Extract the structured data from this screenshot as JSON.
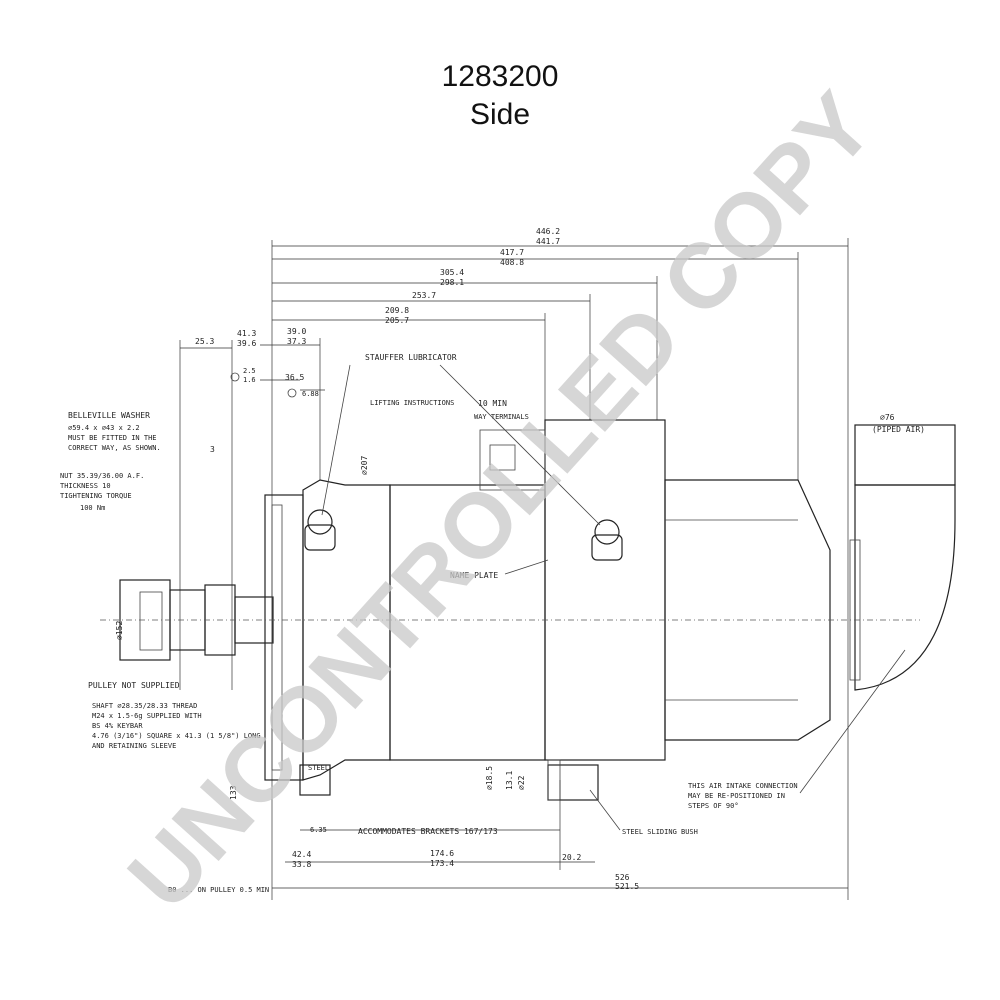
{
  "header": {
    "part_number": "1283200",
    "view": "Side"
  },
  "watermark": "UNCONTROLLED COPY",
  "dimensions": {
    "d446": "446.2",
    "d441": "441.7",
    "d417": "417.7",
    "d408": "408.8",
    "d305": "305.4",
    "d298": "298.1",
    "d253": "253.7",
    "d209": "209.8",
    "d205": "205.7",
    "d41": "41.3",
    "d39": "39.6",
    "d39b": "39.0",
    "d37": "37.3",
    "d25": "25.3",
    "d2_5": "2.5",
    "d1_6": "1.6",
    "d36": "36.5",
    "d6": "6.88",
    "d10": "10 MIN",
    "d10b": "WAY TERMINALS",
    "d76": "⌀76",
    "d76b": "(PIPED AIR)",
    "d207": "⌀207",
    "d152": "⌀152",
    "d133": "133",
    "d48": "⌀18.5",
    "d13": "13.1",
    "d2": "⌀22",
    "d6_35": "6.35",
    "d42": "42.4",
    "d33": "33.8",
    "d174": "174.6",
    "d173": "173.4",
    "d20": "20.2",
    "d526": "526",
    "d521": "521.5",
    "d3": "3"
  },
  "labels": {
    "stauffer": "STAUFFER LUBRICATOR",
    "lifting": "LIFTING INSTRUCTIONS",
    "nameplate": "NAME PLATE",
    "belleville1": "BELLEVILLE WASHER",
    "belleville2": "⌀59.4 x ⌀43 x 2.2",
    "belleville3": "MUST BE FITTED IN THE",
    "belleville4": "CORRECT WAY, AS SHOWN.",
    "nut1": "NUT 35.39/36.00 A.F.",
    "nut2": "THICKNESS 10",
    "nut3": "TIGHTENING TORQUE",
    "nut4": "100 Nm",
    "pulley": "PULLEY NOT SUPPLIED",
    "shaft1": "SHAFT ⌀28.35/28.33 THREAD",
    "shaft2": "M24 x 1.5-6g SUPPLIED WITH",
    "shaft3": "BS 4% KEYBAR",
    "shaft4": "4.76 (3/16\") SQUARE x 41.3 (1 5/8\") LONG",
    "shaft5": "AND RETAINING SLEEVE",
    "brackets": "ACCOMMODATES BRACKETS 167/173",
    "bush": "STEEL SLIDING BUSH",
    "airintake1": "THIS AIR INTAKE CONNECTION",
    "airintake2": "MAY BE RE-POSITIONED IN",
    "airintake3": "STEPS OF 90°",
    "pulley_min": "B0 ... ON PULLEY 0.5 MIN",
    "steel": "STEEL"
  }
}
